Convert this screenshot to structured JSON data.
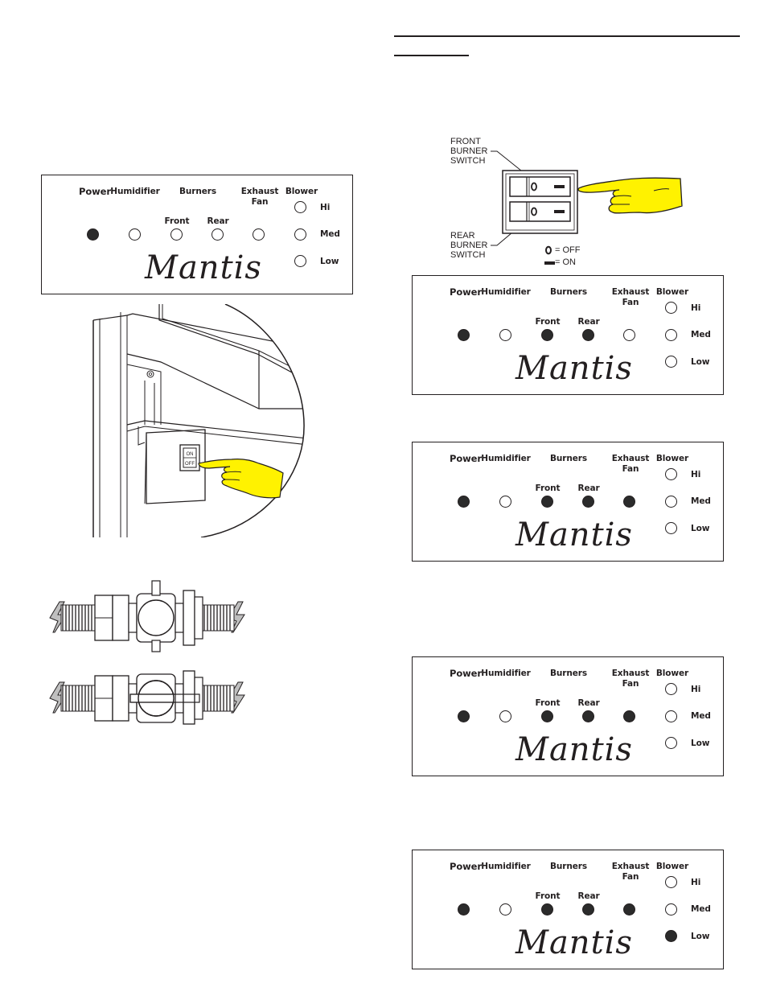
{
  "panel_labels": {
    "power": "Power",
    "humidifier": "Humidifier",
    "burners": "Burners",
    "exhaust_fan_line1": "Exhaust",
    "exhaust_fan_line2": "Fan",
    "blower": "Blower",
    "front": "Front",
    "rear": "Rear",
    "hi": "Hi",
    "med": "Med",
    "low": "Low"
  },
  "brand": "Mantis",
  "panels": [
    {
      "id": "left",
      "power": true,
      "humidifier": false,
      "front": false,
      "rear": false,
      "exhaust": false,
      "hi": false,
      "med": false,
      "low": false
    },
    {
      "id": "right1",
      "power": true,
      "humidifier": false,
      "front": true,
      "rear": true,
      "exhaust": false,
      "hi": false,
      "med": false,
      "low": false
    },
    {
      "id": "right2",
      "power": true,
      "humidifier": false,
      "front": true,
      "rear": true,
      "exhaust": true,
      "hi": false,
      "med": false,
      "low": false
    },
    {
      "id": "right3",
      "power": true,
      "humidifier": false,
      "front": true,
      "rear": true,
      "exhaust": true,
      "hi": false,
      "med": false,
      "low": false
    },
    {
      "id": "right4",
      "power": true,
      "humidifier": false,
      "front": true,
      "rear": true,
      "exhaust": true,
      "hi": false,
      "med": false,
      "low": true
    }
  ],
  "burner_switch": {
    "front_label": "FRONT\nBURNER\nSWITCH",
    "rear_label": "REAR\nBURNER\nSWITCH",
    "off_legend": "= OFF",
    "on_legend": "= ON"
  },
  "power_switch": {
    "on_text": "ON",
    "off_text": "OFF"
  },
  "colors": {
    "hand_fill": "#fff200",
    "line": "#231f20",
    "led_on": "#2b2b2b",
    "gray_fitting": "#bfbfbf"
  }
}
